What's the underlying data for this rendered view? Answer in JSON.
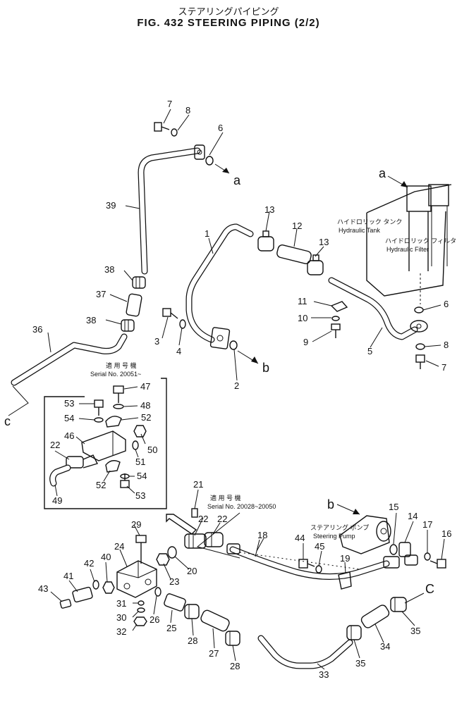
{
  "header": {
    "title_jp": "ステアリングパイピング",
    "title_en": "FIG. 432  STEERING PIPING (2/2)"
  },
  "labels": {
    "tank_jp": "ハイドロリック タンク",
    "tank_en": "Hydraulic Tank",
    "filter_jp": "ハイドロリック フィルタ",
    "filter_en": "Hydraulic Filter",
    "serial_jp_1": "適 用 号 機",
    "serial_1": "Serial No. 20051~",
    "serial_jp_2": "適 用 号 機",
    "serial_2": "Serial No. 20028~20050",
    "pump_jp": "ステアリング ポンプ",
    "pump_en": "Steering Pump"
  },
  "connectors": {
    "a": "a",
    "b": "b",
    "c": "c",
    "a2": "a",
    "b2": "b",
    "c2": "C"
  },
  "parts": {
    "p1": "1",
    "p2": "2",
    "p3": "3",
    "p4": "4",
    "p5": "5",
    "p6a": "6",
    "p6b": "6",
    "p7a": "7",
    "p7b": "7",
    "p8a": "8",
    "p8b": "8",
    "p9": "9",
    "p10": "10",
    "p11": "11",
    "p12": "12",
    "p13a": "13",
    "p13b": "13",
    "p14": "14",
    "p15": "15",
    "p16": "16",
    "p17": "17",
    "p18": "18",
    "p19": "19",
    "p20": "20",
    "p21": "21",
    "p22a": "22",
    "p22b": "22",
    "p22c": "22",
    "p23": "23",
    "p24": "24",
    "p25": "25",
    "p26": "26",
    "p27": "27",
    "p28a": "28",
    "p28b": "28",
    "p29": "29",
    "p30": "30",
    "p31": "31",
    "p32": "32",
    "p33": "33",
    "p34": "34",
    "p35a": "35",
    "p35b": "35",
    "p36": "36",
    "p37": "37",
    "p38a": "38",
    "p38b": "38",
    "p39": "39",
    "p40": "40",
    "p41": "41",
    "p42": "42",
    "p43": "43",
    "p44": "44",
    "p45": "45",
    "p46": "46",
    "p47": "47",
    "p48": "48",
    "p49": "49",
    "p50": "50",
    "p51": "51",
    "p52a": "52",
    "p52b": "52",
    "p53a": "53",
    "p53b": "53",
    "p54a": "54",
    "p54b": "54"
  }
}
